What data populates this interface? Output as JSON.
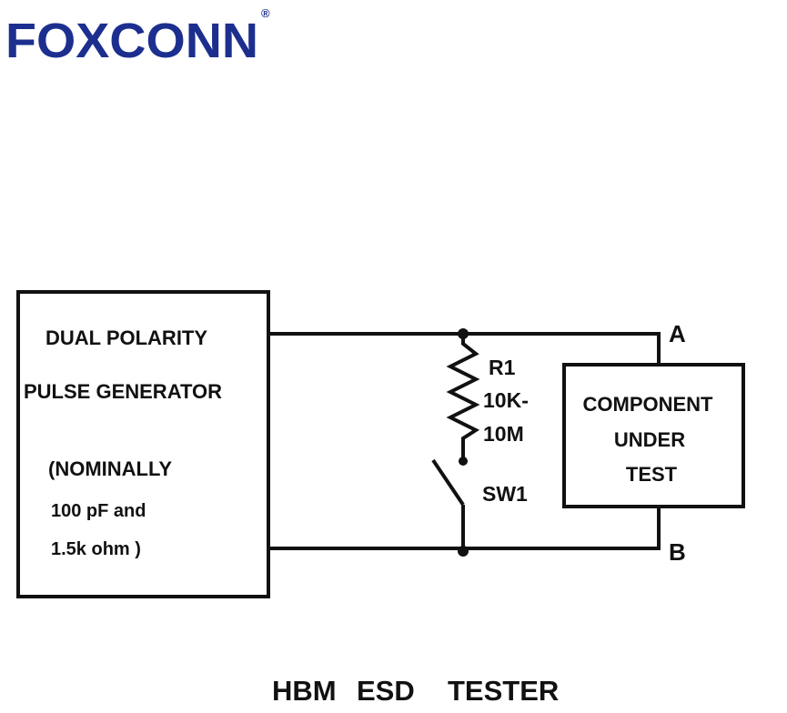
{
  "logo": {
    "text": "FOXCONN",
    "mark": "®",
    "color": "#1c2f8f"
  },
  "generator": {
    "line1": "DUAL POLARITY",
    "line2": "PULSE GENERATOR",
    "note1": "(NOMINALLY",
    "note2": "100 pF and",
    "note3": "1.5k ohm )"
  },
  "resistor": {
    "name": "R1",
    "value_line1": "10K-",
    "value_line2": "10M"
  },
  "switch": {
    "name": "SW1"
  },
  "component": {
    "line1": "COMPONENT",
    "line2": "UNDER",
    "line3": "TEST"
  },
  "terminals": {
    "a": "A",
    "b": "B"
  },
  "caption": {
    "w1": "HBM",
    "w2": "ESD",
    "w3": "TESTER"
  }
}
